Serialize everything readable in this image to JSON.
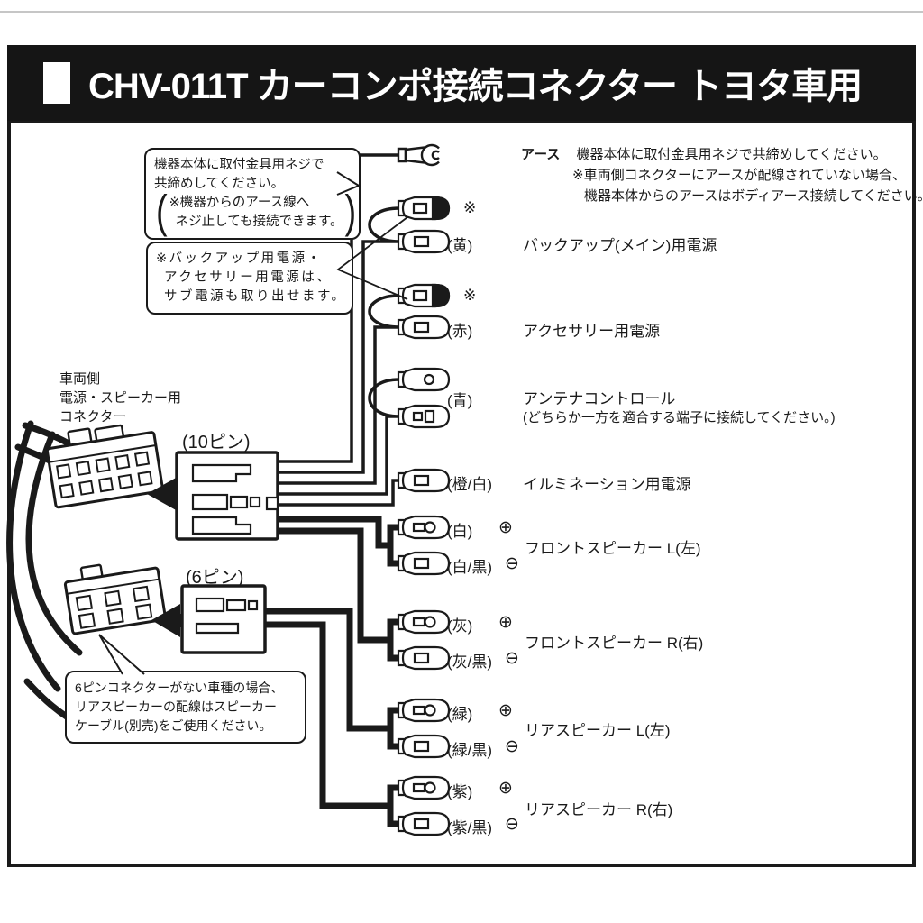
{
  "header": {
    "bullet": "■",
    "title": "CHV-011T カーコンポ接続コネクター トヨタ車用"
  },
  "callouts": {
    "ground_note": {
      "line1": "機器本体に取付金具用ネジで",
      "line2": "共締めしてください。",
      "paren_open": "(",
      "paren_line1": "※機器からのアース線へ",
      "paren_line2": "ネジ止しても接続できます。",
      "paren_close": ")"
    },
    "sub_power_note": {
      "line1": "※バックアップ用電源・",
      "line2": "アクセサリー用電源は、",
      "line3": "サブ電源も取り出せます。"
    },
    "six_pin_note": {
      "line1": "6ピンコネクターがない車種の場合、",
      "line2": "リアスピーカーの配線はスピーカー",
      "line3": "ケーブル(別売)をご使用ください。"
    }
  },
  "vehicle_side": {
    "label_line1": "車両側",
    "label_line2": "電源・スピーカー用",
    "label_line3": "コネクター",
    "connector_10pin": "(10ピン)",
    "connector_6pin": "(6ピン)"
  },
  "ground": {
    "name": "アース",
    "desc_line1": "機器本体に取付金具用ネジで共締めしてください。",
    "desc_line2": "※車両側コネクターにアースが配線されていない場合、",
    "desc_line3": "機器本体からのアースはボディアース接続してください。"
  },
  "rows": {
    "backup": {
      "mark": "※",
      "color": "(黄)",
      "label": "バックアップ(メイン)用電源"
    },
    "accessory": {
      "mark": "※",
      "color": "(赤)",
      "label": "アクセサリー用電源"
    },
    "antenna": {
      "color": "(青)",
      "label": "アンテナコントロール",
      "note": "(どちらか一方を適合する端子に接続してください。)"
    },
    "illumination": {
      "color": "(橙/白)",
      "label": "イルミネーション用電源"
    },
    "front_left": {
      "plus_color": "(白)",
      "plus_sign": "⊕",
      "minus_color": "(白/黒)",
      "minus_sign": "⊖",
      "label": "フロントスピーカー L(左)"
    },
    "front_right": {
      "plus_color": "(灰)",
      "plus_sign": "⊕",
      "minus_color": "(灰/黒)",
      "minus_sign": "⊖",
      "label": "フロントスピーカー R(右)"
    },
    "rear_left": {
      "plus_color": "(緑)",
      "plus_sign": "⊕",
      "minus_color": "(緑/黒)",
      "minus_sign": "⊖",
      "label": "リアスピーカー L(左)"
    },
    "rear_right": {
      "plus_color": "(紫)",
      "plus_sign": "⊕",
      "minus_color": "(紫/黒)",
      "minus_sign": "⊖",
      "label": "リアスピーカー R(右)"
    }
  },
  "colors": {
    "ink": "#1a1a1a",
    "header_bg": "#151515",
    "header_text": "#ffffff",
    "page_bg": "#ffffff"
  }
}
